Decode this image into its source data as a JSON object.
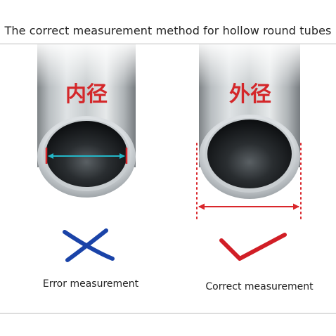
{
  "title": "The correct measurement method for hollow round tubes",
  "left": {
    "label_cn": "内径",
    "caption": "Error measurement",
    "mark_icon": "cross-icon"
  },
  "right": {
    "label_cn": "外径",
    "caption": "Correct measurement",
    "mark_icon": "check-icon"
  },
  "colors": {
    "label_red": "#d4272a",
    "arrow_cyan": "#23b6c7",
    "arrow_red": "#d9262b",
    "cross_blue": "#1a43a8",
    "check_red": "#d11e26"
  }
}
